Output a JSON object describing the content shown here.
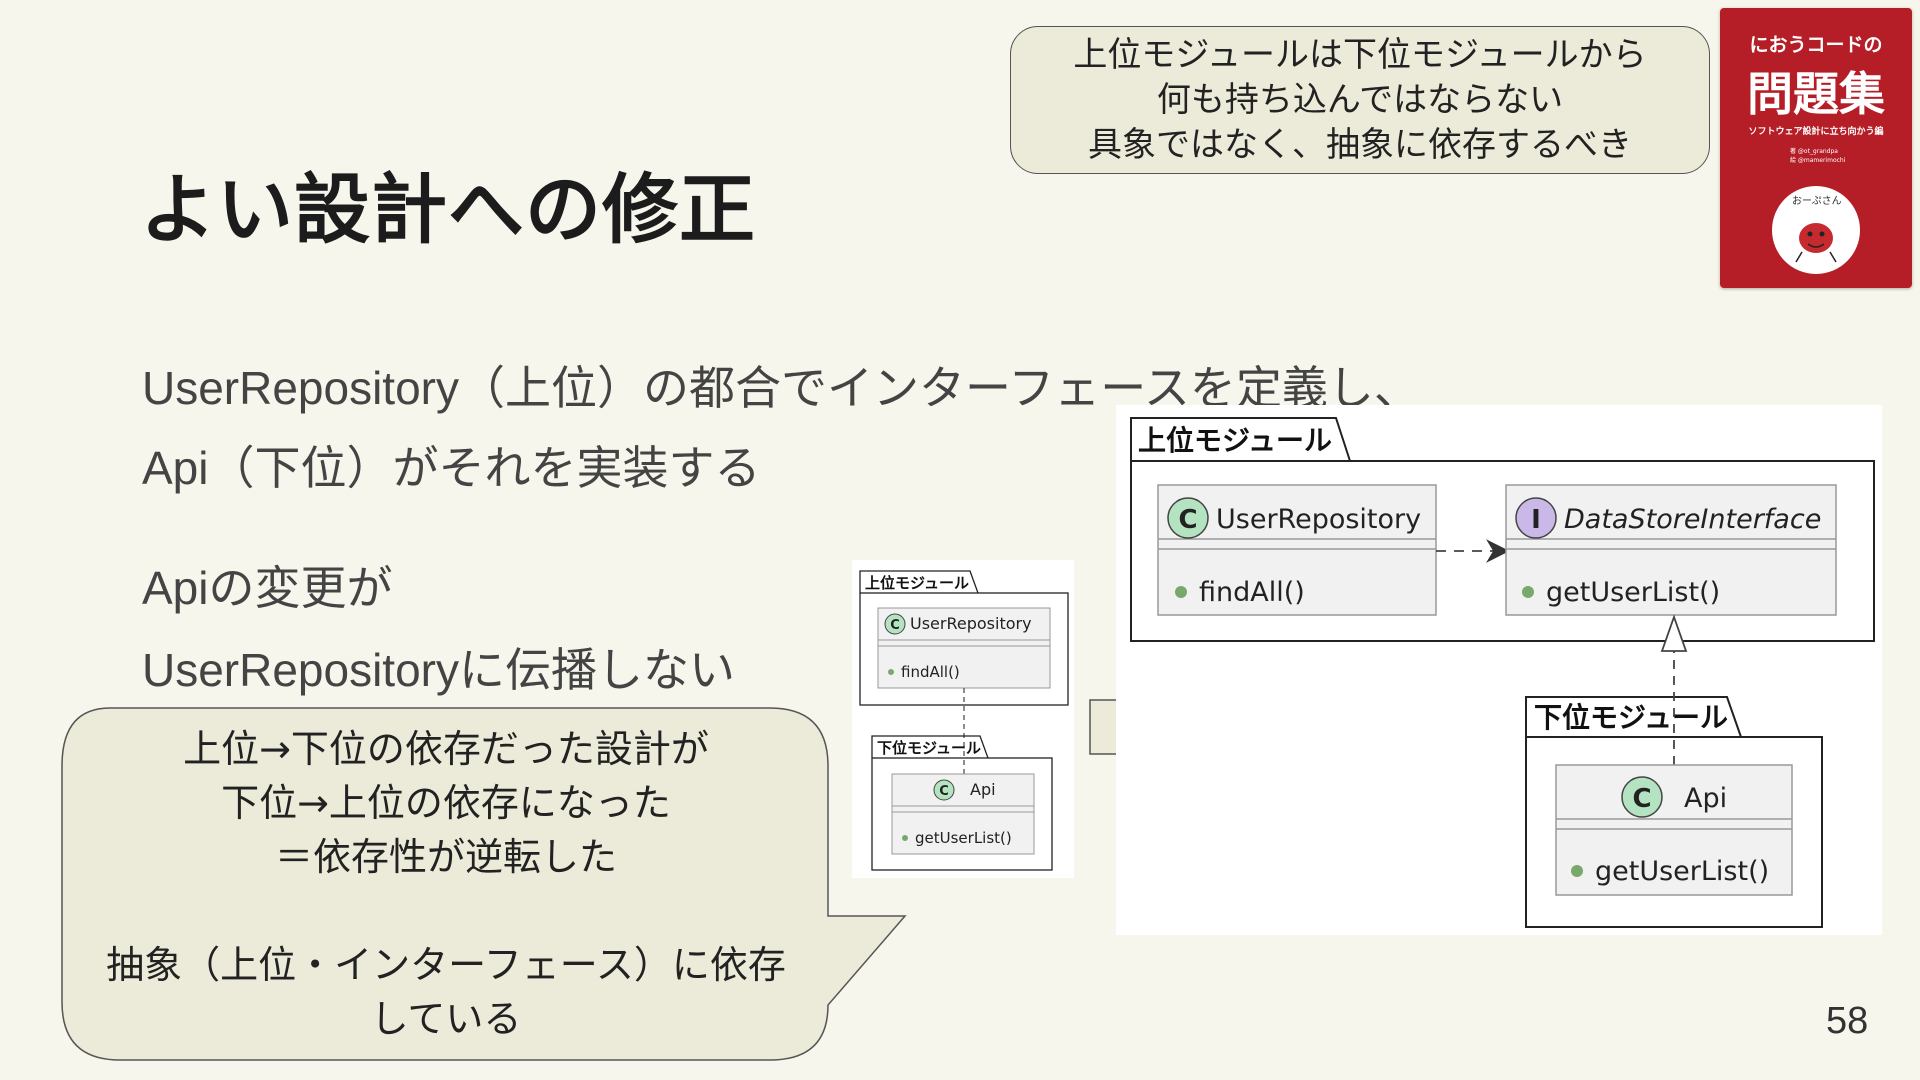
{
  "slide": {
    "title": "よい設計への修正",
    "page_number": "58",
    "body_lines": [
      "UserRepository（上位）の都合でインターフェースを定義し、",
      "Api（下位）がそれを実装する",
      "Apiの変更が",
      "UserRepositoryに伝播しない"
    ]
  },
  "callout_top": {
    "lines": [
      "上位モジュールは下位モジュールから",
      "何も持ち込んではならない",
      "具象ではなく、抽象に依存するべき"
    ]
  },
  "bubble": {
    "lines": [
      "上位→下位の依存だった設計が",
      "下位→上位の依存になった",
      "＝依存性が逆転した",
      "",
      "抽象（上位・インターフェース）に依存",
      "している"
    ]
  },
  "book": {
    "subtitle": "におうコードの",
    "title": "問題集",
    "caption": "ソフトウェア設計に立ち向かう編",
    "author1": "著 @ot_grandpa",
    "author2": "絵 @mamerimochi",
    "mascot_label": "おーぷさん"
  },
  "diagram_small": {
    "upper_package": "上位モジュール",
    "lower_package": "下位モジュール",
    "class_upper_stereotype": "C",
    "class_upper_name": "UserRepository",
    "class_upper_method": "findAll()",
    "class_lower_stereotype": "C",
    "class_lower_name": "Api",
    "class_lower_method": "getUserList()"
  },
  "diagram_large": {
    "upper_package": "上位モジュール",
    "lower_package": "下位モジュール",
    "class_repo_stereotype": "C",
    "class_repo_name": "UserRepository",
    "class_repo_method": "findAll()",
    "interface_stereotype": "I",
    "interface_name": "DataStoreInterface",
    "interface_method": "getUserList()",
    "class_api_stereotype": "C",
    "class_api_name": "Api",
    "class_api_method": "getUserList()"
  },
  "colors": {
    "background": "#f7f6ed",
    "callout_fill": "#ecebd9",
    "book_red": "#b51d27",
    "class_badge": "#b3e3c0",
    "interface_badge": "#c9b8e8",
    "uml_fill": "#f1f1f1",
    "method_dot": "#79a86d"
  }
}
